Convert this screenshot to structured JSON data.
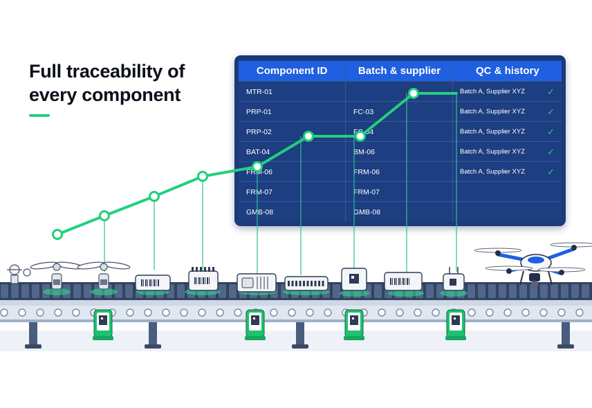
{
  "headline": {
    "line1": "Full traceability of",
    "line2": "every component"
  },
  "table": {
    "headers": [
      "Component ID",
      "Batch & supplier",
      "QC & history"
    ],
    "rows": [
      {
        "id": "MTR-01",
        "batch": "",
        "qc": "Batch A, Supplier XYZ",
        "check": "✓"
      },
      {
        "id": "PRP-01",
        "batch": "FC-03",
        "qc": "Batch A, Supplier XYZ",
        "check": "✓"
      },
      {
        "id": "PRP-02",
        "batch": "FC-04",
        "qc": "Batch A, Supplier XYZ",
        "check": "✓"
      },
      {
        "id": "BAT-04",
        "batch": "BM-06",
        "qc": "Batch A, Supplier XYZ",
        "check": "✓"
      },
      {
        "id": "FRM-06",
        "batch": "FRM-06",
        "qc": "Batch A, Supplier XYZ",
        "check": "✓"
      },
      {
        "id": "FRM-07",
        "batch": "FRM-07",
        "qc": "",
        "check": ""
      },
      {
        "id": "GMB-08",
        "batch": "GMB-08",
        "qc": "",
        "check": ""
      }
    ]
  },
  "colors": {
    "accent": "#22d07c",
    "panel": "#1d3e80",
    "header": "#1f5fe0",
    "belt": "#3d4f6e"
  },
  "icons": [
    "small-robot-icon",
    "propeller-icon",
    "propeller-icon",
    "battery-module-icon",
    "circuit-board-icon",
    "motor-unit-icon",
    "flight-controller-icon",
    "sensor-module-icon",
    "battery-pack-icon",
    "antenna-module-icon",
    "qr-scanner-icon",
    "drone-icon"
  ]
}
